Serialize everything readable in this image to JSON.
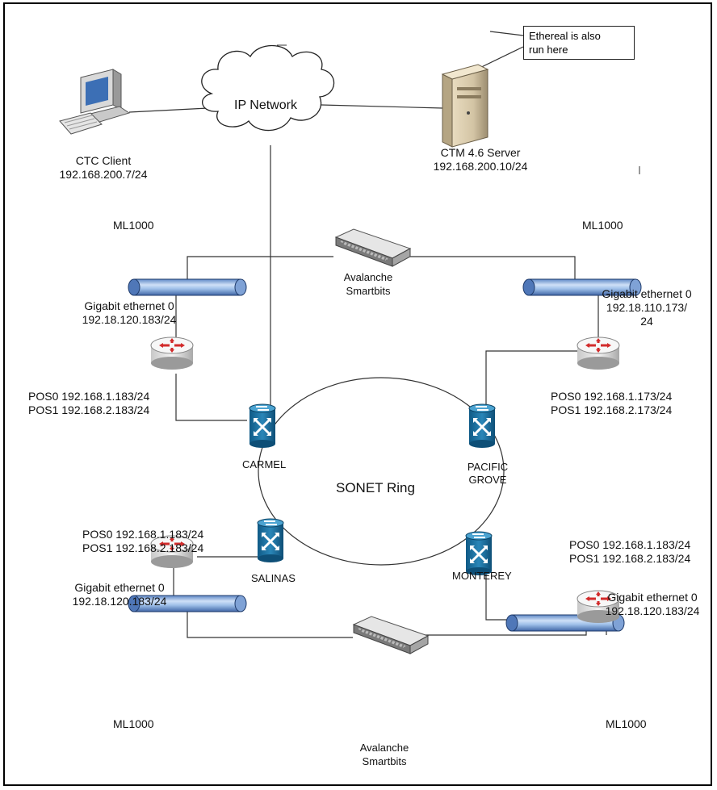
{
  "cloud": {
    "label": "IP Network"
  },
  "ctc_client": {
    "name": "CTC Client",
    "ip": "192.168.200.7/24"
  },
  "ctm_server": {
    "name": "CTM 4.6 Server",
    "ip": "192.168.200.10/24"
  },
  "note": {
    "line1": "Ethereal is also",
    "line2": "run here"
  },
  "ring": {
    "label": "SONET Ring"
  },
  "nodes": {
    "carmel": "CARMEL",
    "pacific_grove_1": "PACIFIC",
    "pacific_grove_2": "GROVE",
    "salinas": "SALINAS",
    "monterey": "MONTEREY"
  },
  "ml_labels": {
    "top_left": "ML1000",
    "top_right": "ML1000",
    "bottom_left": "ML1000",
    "bottom_right": "ML1000"
  },
  "smartbits_top": {
    "line1": "Avalanche",
    "line2": "Smartbits"
  },
  "smartbits_bottom": {
    "line1": "Avalanche",
    "line2": "Smartbits"
  },
  "router_tl": {
    "gig_name": "Gigabit ethernet 0",
    "gig_ip": "192.18.120.183/24",
    "pos0": "POS0 192.168.1.183/24",
    "pos1": "POS1 192.168.2.183/24"
  },
  "router_tr": {
    "gig_name": "Gigabit ethernet 0",
    "gig_ip_1": "192.18.110.173/",
    "gig_ip_2": "24",
    "pos0": "POS0 192.168.1.173/24",
    "pos1": "POS1 192.168.2.173/24"
  },
  "router_bl": {
    "pos0": "POS0 192.168.1.183/24",
    "pos1": "POS1 192.168.2.183/24",
    "gig_name": "Gigabit ethernet 0",
    "gig_ip": "192.18.120.183/24"
  },
  "router_br": {
    "pos0": "POS0 192.168.1.183/24",
    "pos1": "POS1 192.168.2.183/24",
    "gig_name": "Gigabit ethernet 0",
    "gig_ip": "192.18.120.183/24"
  },
  "colors": {
    "switch_blue": "#1f6f9e",
    "ml_card_blue": "#8db4e2",
    "router_red": "#d22b2b"
  }
}
